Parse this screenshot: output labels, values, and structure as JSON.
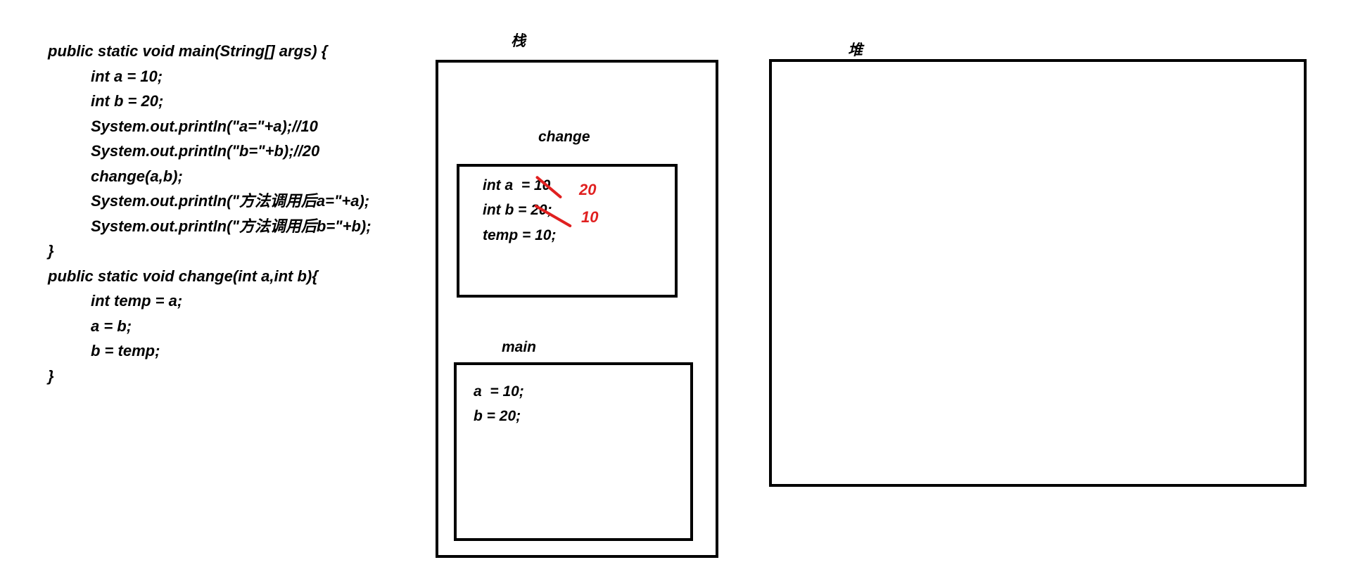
{
  "code": {
    "lines": [
      "public static void main(String[] args) {",
      "int a = 10;",
      "int b = 20;",
      "System.out.println(\"a=\"+a);//10",
      "System.out.println(\"b=\"+b);//20",
      "change(a,b);",
      "System.out.println(\"方法调用后a=\"+a);",
      "System.out.println(\"方法调用后b=\"+b);",
      "}",
      "public static void change(int a,int b){",
      "int temp = a;",
      "a = b;",
      "b = temp;",
      "}"
    ]
  },
  "stack": {
    "title": "栈",
    "change_frame": {
      "label": "change",
      "line_a": "int a  = 10",
      "line_b": "int b = 20;",
      "line_temp": "temp = 10;",
      "new_a": "20",
      "new_b": "10"
    },
    "main_frame": {
      "label": "main",
      "line_a": "a  = 10;",
      "line_b": "b = 20;"
    }
  },
  "heap": {
    "title": "堆"
  },
  "colors": {
    "ink": "#000000",
    "annotation": "#e02020"
  }
}
